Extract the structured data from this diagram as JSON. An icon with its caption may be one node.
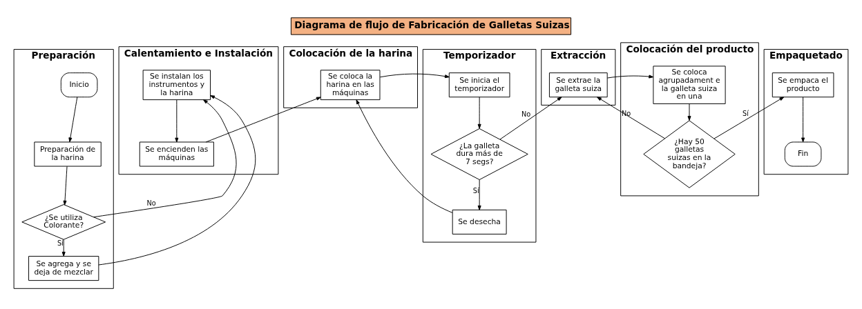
{
  "diagram": {
    "title": "Diagrama de flujo de Fabricación de Galletas Suizas",
    "nodes": [
      {
        "text": [
          "Preparación"
        ]
      },
      {
        "text": [
          "Inicio"
        ],
        "in": 0
      },
      {
        "text": [
          "Preparación de la harina"
        ],
        "in": 0
      },
      {
        "text": [
          "¿Se utiliza Colorante?"
        ],
        "in": 0
      },
      {
        "text": [
          "Se agrega y se deja de mezclar"
        ],
        "in": 0
      },
      {
        "text": [
          "Calentamiento e Instalación"
        ]
      },
      {
        "text": [
          "Se instalan los instrumentos y la harina"
        ],
        "in": 5
      },
      {
        "text": [
          "Se encienden las máquinas"
        ],
        "in": 5
      },
      {
        "text": [
          "Colocación de la harina"
        ]
      },
      {
        "text": [
          "Se coloca la harina en las máquinas"
        ],
        "in": 8
      },
      {
        "text": [
          "Temporizador"
        ]
      },
      {
        "text": [
          "Se inicia el temporizador"
        ],
        "in": 10
      },
      {
        "text": [
          "¿La galleta dura más de 7 segs?"
        ],
        "in": 10
      },
      {
        "text": [
          "Se desecha"
        ],
        "in": 10
      },
      {
        "text": [
          "Extracción"
        ]
      },
      {
        "text": [
          "Se extrae la galleta suiza"
        ],
        "in": 14
      },
      {
        "text": [
          "Colocación del producto"
        ]
      },
      {
        "text": [
          "Se coloca agrupadament e la galleta suiza en una"
        ],
        "in": 16
      },
      {
        "text": [
          "¿Hay 50 galletas suizas en la bandeja?"
        ],
        "in": 16
      },
      {
        "text": [
          "Empaquetado"
        ]
      },
      {
        "text": [
          "Se empaca el producto"
        ],
        "in": 19
      },
      {
        "text": [
          "Fin"
        ],
        "in": 19
      }
    ],
    "edges": [
      {
        "from": 1,
        "to": 2,
        "arrow": "to"
      },
      {
        "from": 2,
        "to": 3,
        "arrow": "to"
      },
      {
        "from": 3,
        "to": 6,
        "arrow": "to",
        "label": "No"
      },
      {
        "from": 3,
        "to": 4,
        "arrow": "to",
        "label": "Sí"
      },
      {
        "from": 4,
        "to": 6,
        "arrow": "to"
      },
      {
        "from": 6,
        "to": 7,
        "arrow": "to"
      },
      {
        "from": 7,
        "to": 9,
        "arrow": "to"
      },
      {
        "from": 9,
        "to": 11,
        "arrow": "to"
      },
      {
        "from": 11,
        "to": 12,
        "arrow": "to"
      },
      {
        "from": 12,
        "to": 15,
        "arrow": "to",
        "label": "No"
      },
      {
        "from": 12,
        "to": 13,
        "arrow": "to",
        "label": "Sí"
      },
      {
        "from": 13,
        "to": 9,
        "arrow": "to"
      },
      {
        "from": 15,
        "to": 17,
        "arrow": "to"
      },
      {
        "from": 17,
        "to": 18,
        "arrow": "to"
      },
      {
        "from": 18,
        "to": 15,
        "arrow": "to",
        "label": "No"
      },
      {
        "from": 18,
        "to": 20,
        "arrow": "to",
        "label": "Sí"
      },
      {
        "from": 20,
        "to": 21,
        "arrow": "to"
      }
    ]
  }
}
